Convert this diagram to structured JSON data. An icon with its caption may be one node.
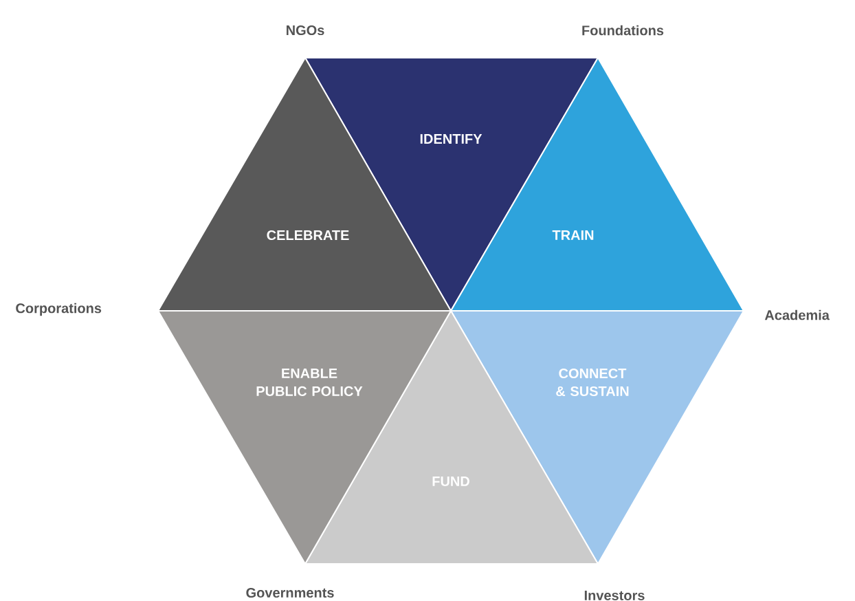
{
  "diagram": {
    "nodes": [
      {
        "text": [
          "IDENTIFY"
        ]
      },
      {
        "text": [
          "TRAIN"
        ]
      },
      {
        "text": [
          "CONNECT & SUSTAIN"
        ]
      },
      {
        "text": [
          "FUND"
        ]
      },
      {
        "text": [
          "ENABLE PUBLIC POLICY"
        ]
      },
      {
        "text": [
          "CELEBRATE"
        ]
      }
    ],
    "labels": [
      "NGOs",
      "Foundations",
      "Corporations",
      "Academia",
      "Governments",
      "Investors"
    ]
  }
}
